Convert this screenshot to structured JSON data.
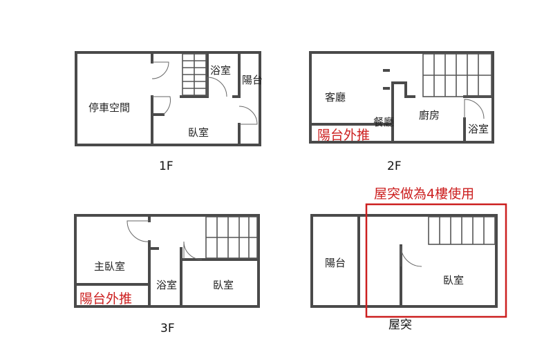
{
  "floors": {
    "f1": {
      "label": "1F",
      "rooms": {
        "parking": "停車空間",
        "bath": "浴室",
        "balcony": "陽台",
        "bedroom": "臥室"
      }
    },
    "f2": {
      "label": "2F",
      "rooms": {
        "living": "客廳",
        "dining": "餐廳",
        "kitchen": "廚房",
        "bath": "浴室"
      },
      "balcony_note": "陽台外推"
    },
    "f3": {
      "label": "3F",
      "rooms": {
        "master": "主臥室",
        "bath": "浴室",
        "bedroom": "臥室"
      },
      "balcony_note": "陽台外推"
    },
    "roof": {
      "label": "屋突",
      "rooms": {
        "balcony": "陽台",
        "bedroom": "臥室"
      },
      "note": "屋突做為4樓使用"
    }
  },
  "colors": {
    "wall": "#4a4a4a",
    "highlight": "#cc1f1f"
  }
}
